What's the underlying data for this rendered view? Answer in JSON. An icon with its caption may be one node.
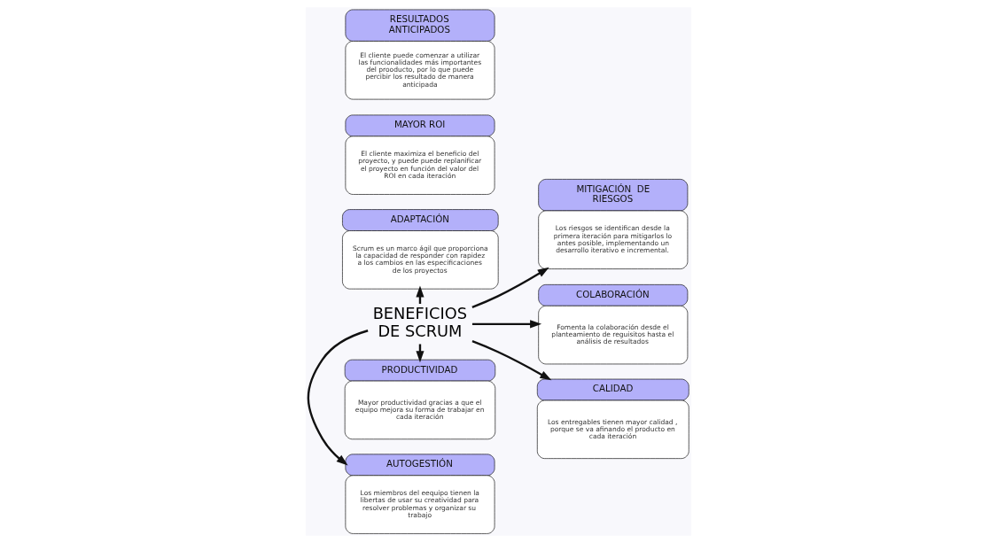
{
  "diagram": {
    "nodes": [
      {
        "text": [
          "ADAPTACIÓN",
          "Scrum es un marco ágil que proporciona la capacidad de responder con rapidez a los cambios en las especificaciones de los proyectos"
        ]
      },
      {
        "text": [
          "MAYOR ROI",
          "El cliente maximiza el beneficio del proyecto, y puede puede replanificar el proyecto en función del valor del ROI en cada iteración"
        ]
      },
      {
        "text": [
          "MITIGACIÓN  DE RIESGOS",
          "Los riesgos se identifican desde la primera iteración para mitigarlos lo antes posible, implementando un desarrollo iterativo e incremental."
        ]
      },
      {
        "text": [
          "PRODUCTIVIDAD",
          "Mayor productividad gracias a que el equipo mejora su forma de trabajar en cada iteración"
        ]
      },
      {
        "text": [
          "BENEFICIOS DE SCRUM"
        ]
      },
      {
        "text": [
          "COLABORACIÓN",
          "Fomenta la colaboración desde el planteamiento de reguisitos hasta el análisis de resultados"
        ]
      },
      {
        "text": [
          "AUTOGESTIÓN",
          "Los miembros del eequipo tienen la libertas de usar su creatividad para resolver problemas y organizar su trabajo"
        ]
      },
      {
        "text": [
          "RESULTADOS ANTICIPADOS",
          "El cliente puede comenzar a utilizar las funcionalidades más importantes del prooducto, por lo que puede percibir los resultado de manera anticipada"
        ]
      },
      {
        "text": [
          "CALIDAD",
          "Los entregables tienen mayor calidad , porque se va afinando el producto en cada iteración"
        ]
      }
    ],
    "edges": [
      {
        "from": 4,
        "to": 0,
        "arrow": "to"
      },
      {
        "from": 4,
        "to": 3,
        "arrow": "to"
      },
      {
        "from": 4,
        "to": 6,
        "arrow": "to"
      },
      {
        "from": 4,
        "to": 2,
        "arrow": "to"
      },
      {
        "from": 4,
        "to": 5,
        "arrow": "to"
      },
      {
        "from": 4,
        "to": 8,
        "arrow": "to"
      }
    ]
  }
}
